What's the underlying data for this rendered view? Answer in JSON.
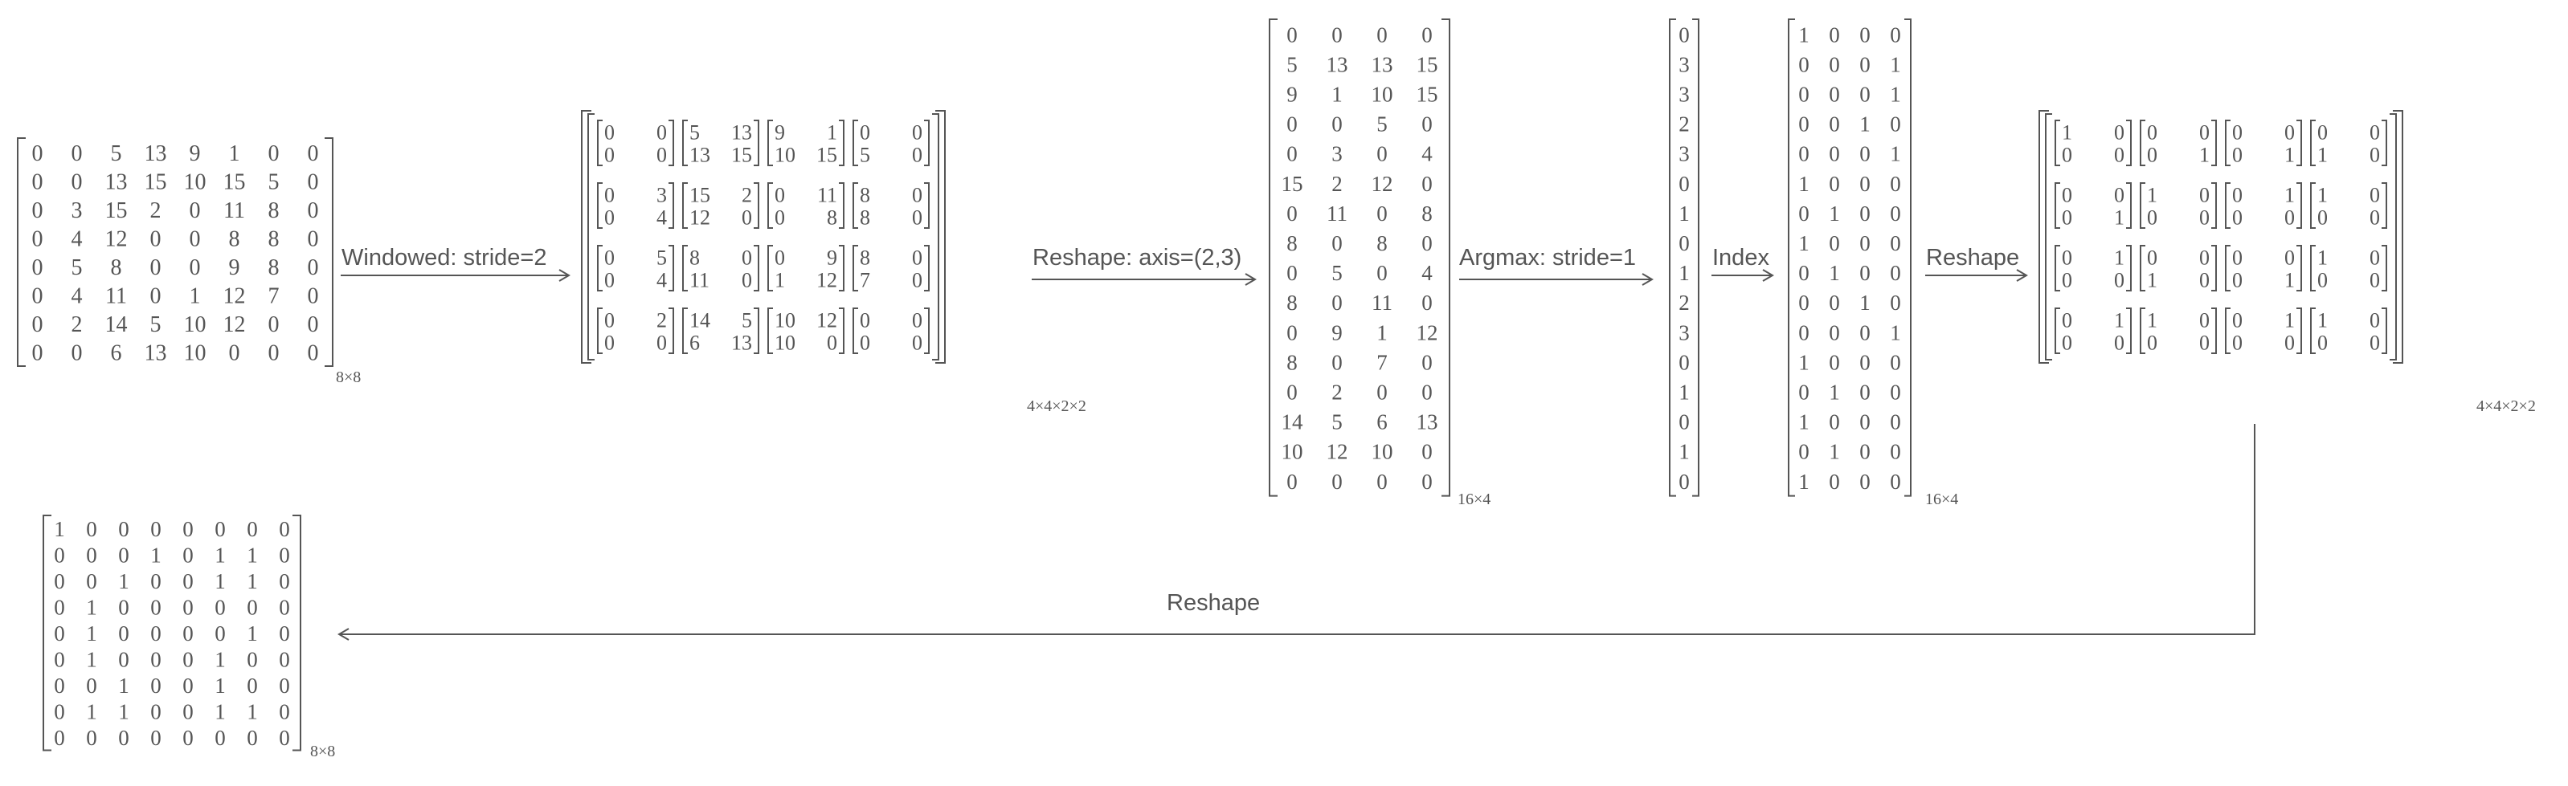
{
  "input_matrix": {
    "dims": "8×8",
    "rows": [
      [
        0,
        0,
        5,
        13,
        9,
        1,
        0,
        0
      ],
      [
        0,
        0,
        13,
        15,
        10,
        15,
        5,
        0
      ],
      [
        0,
        3,
        15,
        2,
        0,
        11,
        8,
        0
      ],
      [
        0,
        4,
        12,
        0,
        0,
        8,
        8,
        0
      ],
      [
        0,
        5,
        8,
        0,
        0,
        9,
        8,
        0
      ],
      [
        0,
        4,
        11,
        0,
        1,
        12,
        7,
        0
      ],
      [
        0,
        2,
        14,
        5,
        10,
        12,
        0,
        0
      ],
      [
        0,
        0,
        6,
        13,
        10,
        0,
        0,
        0
      ]
    ]
  },
  "windowed": {
    "dims": "4×4×2×2",
    "blocks": [
      [
        [
          [
            0,
            0
          ],
          [
            0,
            0
          ]
        ],
        [
          [
            5,
            13
          ],
          [
            13,
            15
          ]
        ],
        [
          [
            9,
            1
          ],
          [
            10,
            15
          ]
        ],
        [
          [
            0,
            0
          ],
          [
            5,
            0
          ]
        ]
      ],
      [
        [
          [
            0,
            3
          ],
          [
            0,
            4
          ]
        ],
        [
          [
            15,
            2
          ],
          [
            12,
            0
          ]
        ],
        [
          [
            0,
            11
          ],
          [
            0,
            8
          ]
        ],
        [
          [
            8,
            0
          ],
          [
            8,
            0
          ]
        ]
      ],
      [
        [
          [
            0,
            5
          ],
          [
            0,
            4
          ]
        ],
        [
          [
            8,
            0
          ],
          [
            11,
            0
          ]
        ],
        [
          [
            0,
            9
          ],
          [
            1,
            12
          ]
        ],
        [
          [
            8,
            0
          ],
          [
            7,
            0
          ]
        ]
      ],
      [
        [
          [
            0,
            2
          ],
          [
            0,
            0
          ]
        ],
        [
          [
            14,
            5
          ],
          [
            6,
            13
          ]
        ],
        [
          [
            10,
            12
          ],
          [
            10,
            0
          ]
        ],
        [
          [
            0,
            0
          ],
          [
            0,
            0
          ]
        ]
      ]
    ]
  },
  "reshaped": {
    "dims": "16×4",
    "rows": [
      [
        0,
        0,
        0,
        0
      ],
      [
        5,
        13,
        13,
        15
      ],
      [
        9,
        1,
        10,
        15
      ],
      [
        0,
        0,
        5,
        0
      ],
      [
        0,
        3,
        0,
        4
      ],
      [
        15,
        2,
        12,
        0
      ],
      [
        0,
        11,
        0,
        8
      ],
      [
        8,
        0,
        8,
        0
      ],
      [
        0,
        5,
        0,
        4
      ],
      [
        8,
        0,
        11,
        0
      ],
      [
        0,
        9,
        1,
        12
      ],
      [
        8,
        0,
        7,
        0
      ],
      [
        0,
        2,
        0,
        0
      ],
      [
        14,
        5,
        6,
        13
      ],
      [
        10,
        12,
        10,
        0
      ],
      [
        0,
        0,
        0,
        0
      ]
    ]
  },
  "argmax_vector": [
    0,
    3,
    3,
    2,
    3,
    0,
    1,
    0,
    1,
    2,
    3,
    0,
    1,
    0,
    1,
    0
  ],
  "one_hot": {
    "dims": "16×4",
    "rows": [
      [
        1,
        0,
        0,
        0
      ],
      [
        0,
        0,
        0,
        1
      ],
      [
        0,
        0,
        0,
        1
      ],
      [
        0,
        0,
        1,
        0
      ],
      [
        0,
        0,
        0,
        1
      ],
      [
        1,
        0,
        0,
        0
      ],
      [
        0,
        1,
        0,
        0
      ],
      [
        1,
        0,
        0,
        0
      ],
      [
        0,
        1,
        0,
        0
      ],
      [
        0,
        0,
        1,
        0
      ],
      [
        0,
        0,
        0,
        1
      ],
      [
        1,
        0,
        0,
        0
      ],
      [
        0,
        1,
        0,
        0
      ],
      [
        1,
        0,
        0,
        0
      ],
      [
        0,
        1,
        0,
        0
      ],
      [
        1,
        0,
        0,
        0
      ]
    ]
  },
  "one_hot_blocks": {
    "dims": "4×4×2×2",
    "blocks": [
      [
        [
          [
            1,
            0
          ],
          [
            0,
            0
          ]
        ],
        [
          [
            0,
            0
          ],
          [
            0,
            1
          ]
        ],
        [
          [
            0,
            0
          ],
          [
            0,
            1
          ]
        ],
        [
          [
            0,
            0
          ],
          [
            1,
            0
          ]
        ]
      ],
      [
        [
          [
            0,
            0
          ],
          [
            0,
            1
          ]
        ],
        [
          [
            1,
            0
          ],
          [
            0,
            0
          ]
        ],
        [
          [
            0,
            1
          ],
          [
            0,
            0
          ]
        ],
        [
          [
            1,
            0
          ],
          [
            0,
            0
          ]
        ]
      ],
      [
        [
          [
            0,
            1
          ],
          [
            0,
            0
          ]
        ],
        [
          [
            0,
            0
          ],
          [
            1,
            0
          ]
        ],
        [
          [
            0,
            0
          ],
          [
            0,
            1
          ]
        ],
        [
          [
            1,
            0
          ],
          [
            0,
            0
          ]
        ]
      ],
      [
        [
          [
            0,
            1
          ],
          [
            0,
            0
          ]
        ],
        [
          [
            1,
            0
          ],
          [
            0,
            0
          ]
        ],
        [
          [
            0,
            1
          ],
          [
            0,
            0
          ]
        ],
        [
          [
            1,
            0
          ],
          [
            0,
            0
          ]
        ]
      ]
    ]
  },
  "output_matrix": {
    "dims": "8×8",
    "rows": [
      [
        1,
        0,
        0,
        0,
        0,
        0,
        0,
        0
      ],
      [
        0,
        0,
        0,
        1,
        0,
        1,
        1,
        0
      ],
      [
        0,
        0,
        1,
        0,
        0,
        1,
        1,
        0
      ],
      [
        0,
        1,
        0,
        0,
        0,
        0,
        0,
        0
      ],
      [
        0,
        1,
        0,
        0,
        0,
        0,
        1,
        0
      ],
      [
        0,
        1,
        0,
        0,
        0,
        1,
        0,
        0
      ],
      [
        0,
        0,
        1,
        0,
        0,
        1,
        0,
        0
      ],
      [
        0,
        1,
        1,
        0,
        0,
        1,
        1,
        0
      ],
      [
        0,
        0,
        0,
        0,
        0,
        0,
        0,
        0
      ]
    ]
  },
  "arrows": {
    "windowed": "Windowed: stride=2",
    "reshape_axis": "Reshape: axis=(2,3)",
    "argmax": "Argmax: stride=1",
    "index": "Index",
    "reshape": "Reshape",
    "reshape_back": "Reshape"
  },
  "colors": {
    "ink": "#555555",
    "background": "#ffffff"
  }
}
